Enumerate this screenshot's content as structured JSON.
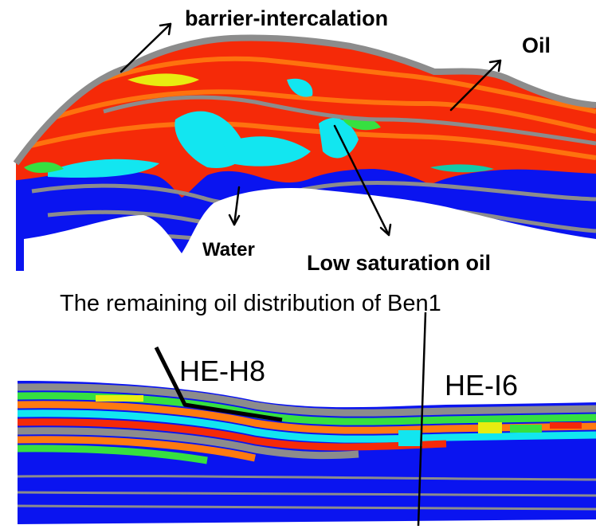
{
  "labels": {
    "barrier": "barrier-intercalation",
    "oil": "Oil",
    "water": "Water",
    "low_saturation": "Low saturation oil",
    "caption": "The remaining oil distribution of Ben1",
    "well_h8": "HE-H8",
    "well_i6": "HE-I6"
  },
  "colors": {
    "water": "#0a14f0",
    "oil": "#f52a08",
    "oil_orange": "#ff7a10",
    "barrier": "#8c8c8c",
    "cyan": "#12e6f0",
    "green": "#36e040",
    "yellow": "#e8ec10",
    "teal": "#14c8a8"
  }
}
